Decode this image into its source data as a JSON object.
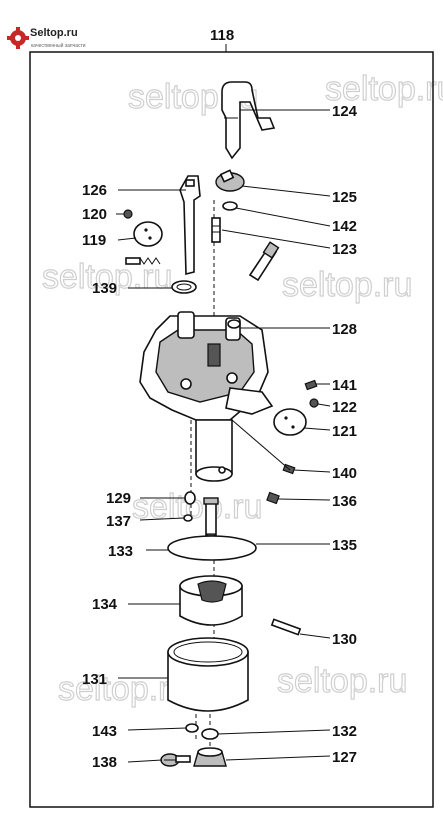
{
  "logo": {
    "brand": "Seltop.ru",
    "tagline": "качественный запчасти",
    "accent_color": "#c62828",
    "icon": "gear-logo-icon"
  },
  "watermark": "seltop.ru",
  "assembly_number": "118",
  "parts": [
    {
      "id": "124",
      "side": "right"
    },
    {
      "id": "126",
      "side": "left"
    },
    {
      "id": "125",
      "side": "right"
    },
    {
      "id": "120",
      "side": "left"
    },
    {
      "id": "142",
      "side": "right"
    },
    {
      "id": "119",
      "side": "left"
    },
    {
      "id": "123",
      "side": "right"
    },
    {
      "id": "139",
      "side": "left"
    },
    {
      "id": "128",
      "side": "right"
    },
    {
      "id": "141",
      "side": "right"
    },
    {
      "id": "122",
      "side": "right"
    },
    {
      "id": "121",
      "side": "right"
    },
    {
      "id": "140",
      "side": "right"
    },
    {
      "id": "129",
      "side": "left"
    },
    {
      "id": "136",
      "side": "right"
    },
    {
      "id": "137",
      "side": "left"
    },
    {
      "id": "133",
      "side": "left"
    },
    {
      "id": "135",
      "side": "right"
    },
    {
      "id": "134",
      "side": "left"
    },
    {
      "id": "130",
      "side": "right"
    },
    {
      "id": "131",
      "side": "left"
    },
    {
      "id": "143",
      "side": "left"
    },
    {
      "id": "132",
      "side": "right"
    },
    {
      "id": "138",
      "side": "left"
    },
    {
      "id": "127",
      "side": "right"
    }
  ]
}
